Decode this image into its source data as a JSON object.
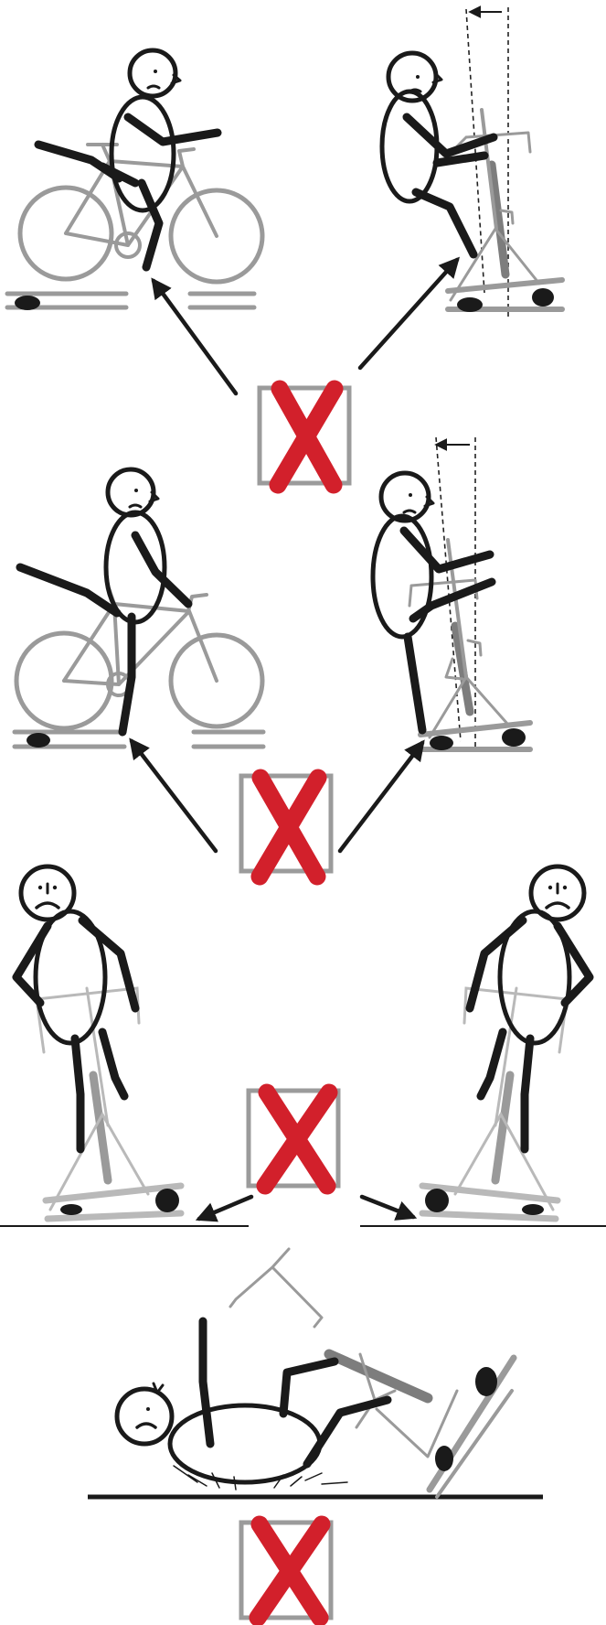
{
  "colors": {
    "figure": "#1a1a1a",
    "bike": "#9a9a9a",
    "bike_dark": "#7d7d7d",
    "cross": "#d2202b",
    "cross_box": "#9b9b9b",
    "background": "#ffffff"
  },
  "panels": [
    {
      "name": "pedaling-off-balance-1",
      "warning": "cross"
    },
    {
      "name": "pedaling-off-balance-2",
      "warning": "cross"
    },
    {
      "name": "tipping-sideways",
      "warning": "cross"
    },
    {
      "name": "falling-over",
      "warning": "cross"
    }
  ]
}
